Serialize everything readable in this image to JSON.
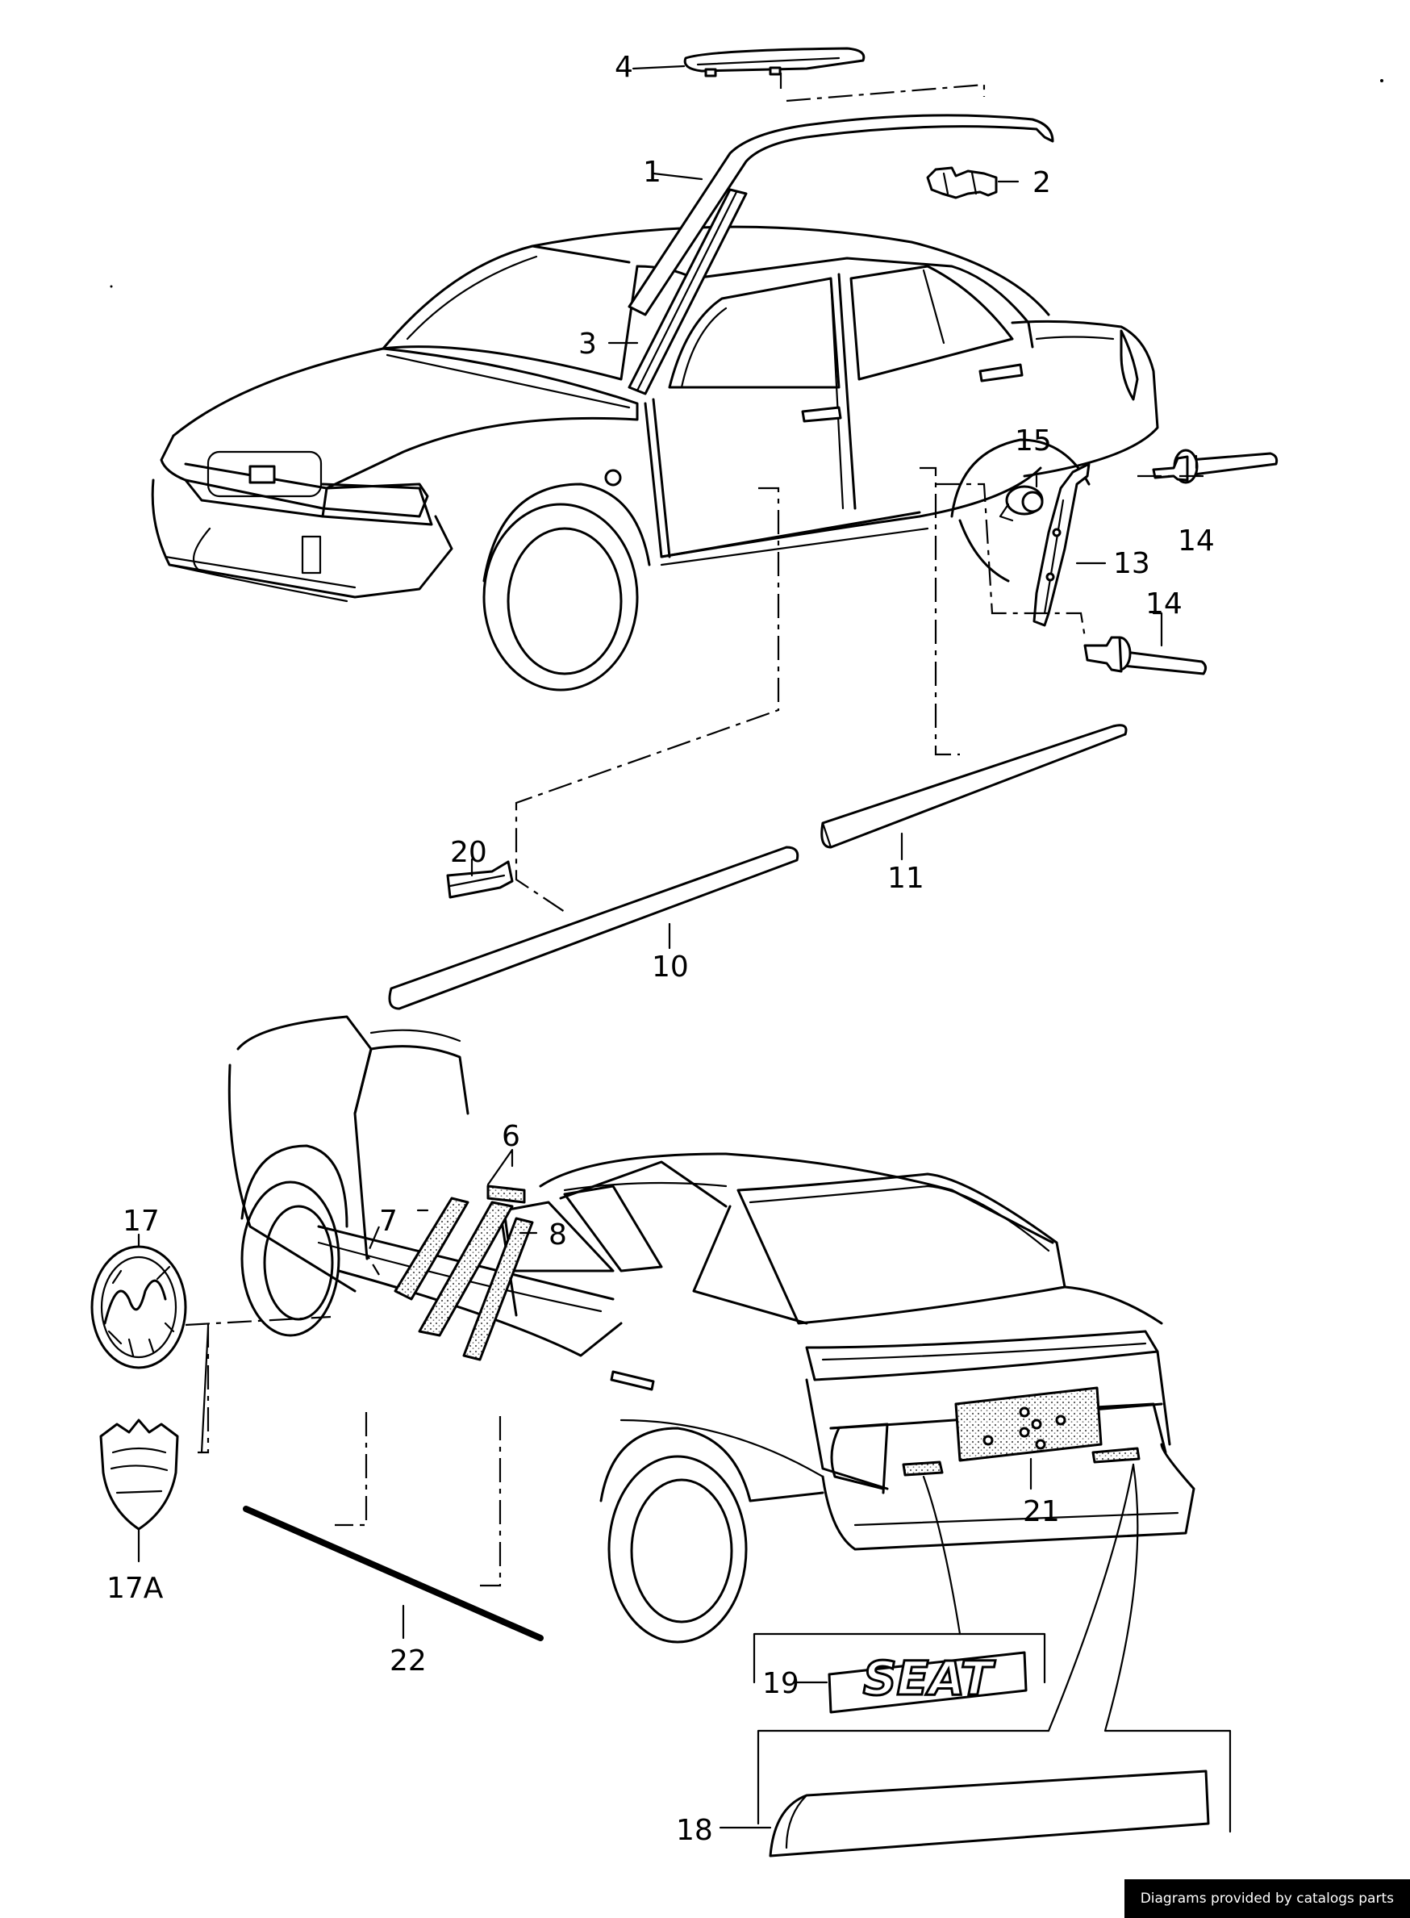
{
  "callouts": {
    "c1": "1",
    "c2": "2",
    "c3": "3",
    "c4": "4",
    "c6": "6",
    "c7": "7",
    "c8": "8",
    "c10": "10",
    "c11": "11",
    "c13": "13",
    "c14a": "14",
    "c14b": "14",
    "c15": "15",
    "c17": "17",
    "c17a": "17A",
    "c18": "18",
    "c19": "19",
    "c20": "20",
    "c21": "21",
    "c22": "22"
  },
  "brand_lettering": "SEAT",
  "credit": "Diagrams provided by catalogs parts"
}
